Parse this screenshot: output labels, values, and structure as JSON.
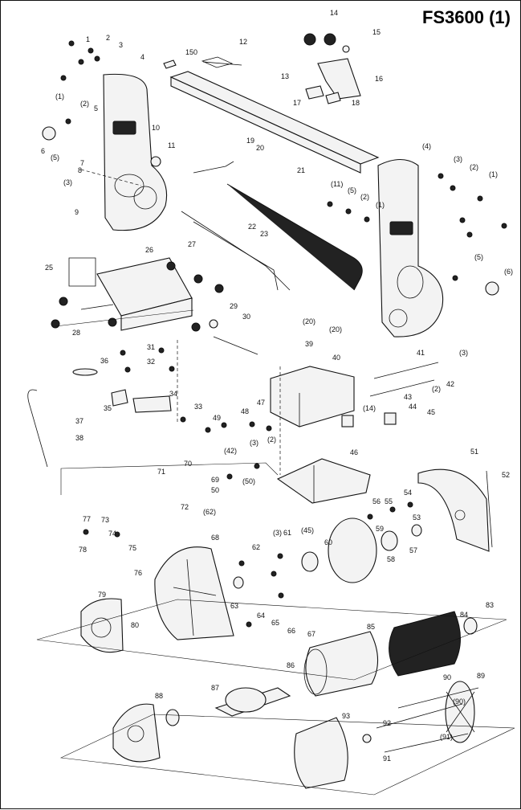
{
  "title": "FS3600 (1)",
  "callouts": [
    "14",
    "15",
    "1",
    "2",
    "3",
    "150",
    "12",
    "4",
    "13",
    "16",
    "17",
    "18",
    "(1)",
    "(2)",
    "5",
    "10",
    "6",
    "(5)",
    "11",
    "19",
    "20",
    "(4)",
    "(3)",
    "(2)",
    "(1)",
    "7",
    "8",
    "(3)",
    "9",
    "21",
    "(11)",
    "(5)",
    "(2)",
    "(1)",
    "25",
    "26",
    "27",
    "22",
    "23",
    "(5)",
    "(6)",
    "28",
    "29",
    "30",
    "(20)",
    "(20)",
    "31",
    "32",
    "39",
    "40",
    "41",
    "(3)",
    "36",
    "34",
    "35",
    "33",
    "42",
    "43",
    "(2)",
    "47",
    "48",
    "49",
    "(14)",
    "44",
    "45",
    "37",
    "38",
    "(3)",
    "(2)",
    "(42)",
    "46",
    "71",
    "70",
    "69",
    "50",
    "(50)",
    "51",
    "52",
    "72",
    "(62)",
    "56",
    "55",
    "54",
    "53",
    "77",
    "73",
    "78",
    "74",
    "75",
    "68",
    "61",
    "(45)",
    "(3)",
    "62",
    "60",
    "59",
    "57",
    "58",
    "76",
    "79",
    "63",
    "80",
    "64",
    "65",
    "66",
    "67",
    "85",
    "84",
    "83",
    "86",
    "90",
    "89",
    "88",
    "87",
    "(90)",
    "93",
    "92",
    "(91)",
    "91"
  ]
}
